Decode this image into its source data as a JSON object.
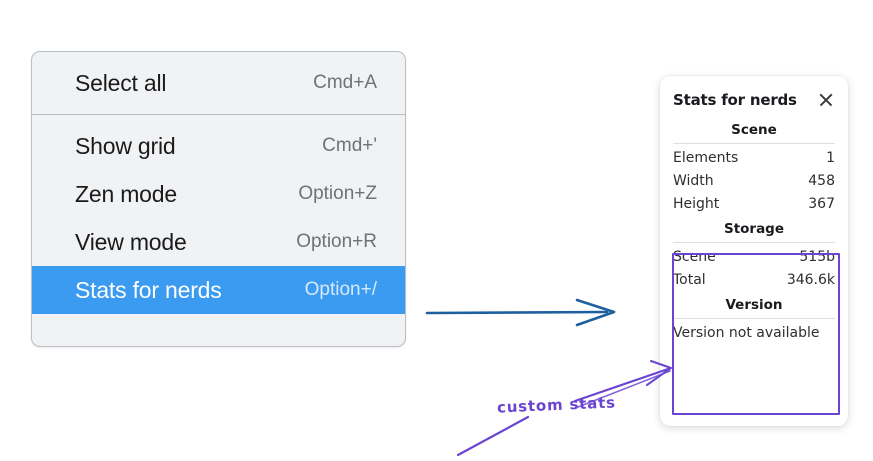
{
  "context_menu": {
    "name": "canvas-context-menu",
    "groups": [
      {
        "items": [
          {
            "label": "Select all",
            "shortcut": "Cmd+A",
            "selected": false
          }
        ]
      },
      {
        "items": [
          {
            "label": "Show grid",
            "shortcut": "Cmd+'",
            "selected": false
          },
          {
            "label": "Zen mode",
            "shortcut": "Option+Z",
            "selected": false
          },
          {
            "label": "View mode",
            "shortcut": "Option+R",
            "selected": false
          },
          {
            "label": "Stats for nerds",
            "shortcut": "Option+/",
            "selected": true
          }
        ]
      }
    ]
  },
  "stats_panel": {
    "title": "Stats for nerds",
    "close_icon": "close-icon",
    "sections": [
      {
        "heading": "Scene",
        "rows": [
          {
            "label": "Elements",
            "value": "1"
          },
          {
            "label": "Width",
            "value": "458"
          },
          {
            "label": "Height",
            "value": "367"
          }
        ]
      },
      {
        "heading": "Storage",
        "rows": [
          {
            "label": "Scene",
            "value": "515b"
          },
          {
            "label": "Total",
            "value": "346.6k"
          }
        ]
      },
      {
        "heading": "Version",
        "note": "Version not available"
      }
    ]
  },
  "annotations": {
    "custom_stats_label": "custom stats",
    "highlight_color": "#6b45cf",
    "arrow_color": "#1f5fa0",
    "selection_color": "#3b9bf0"
  }
}
